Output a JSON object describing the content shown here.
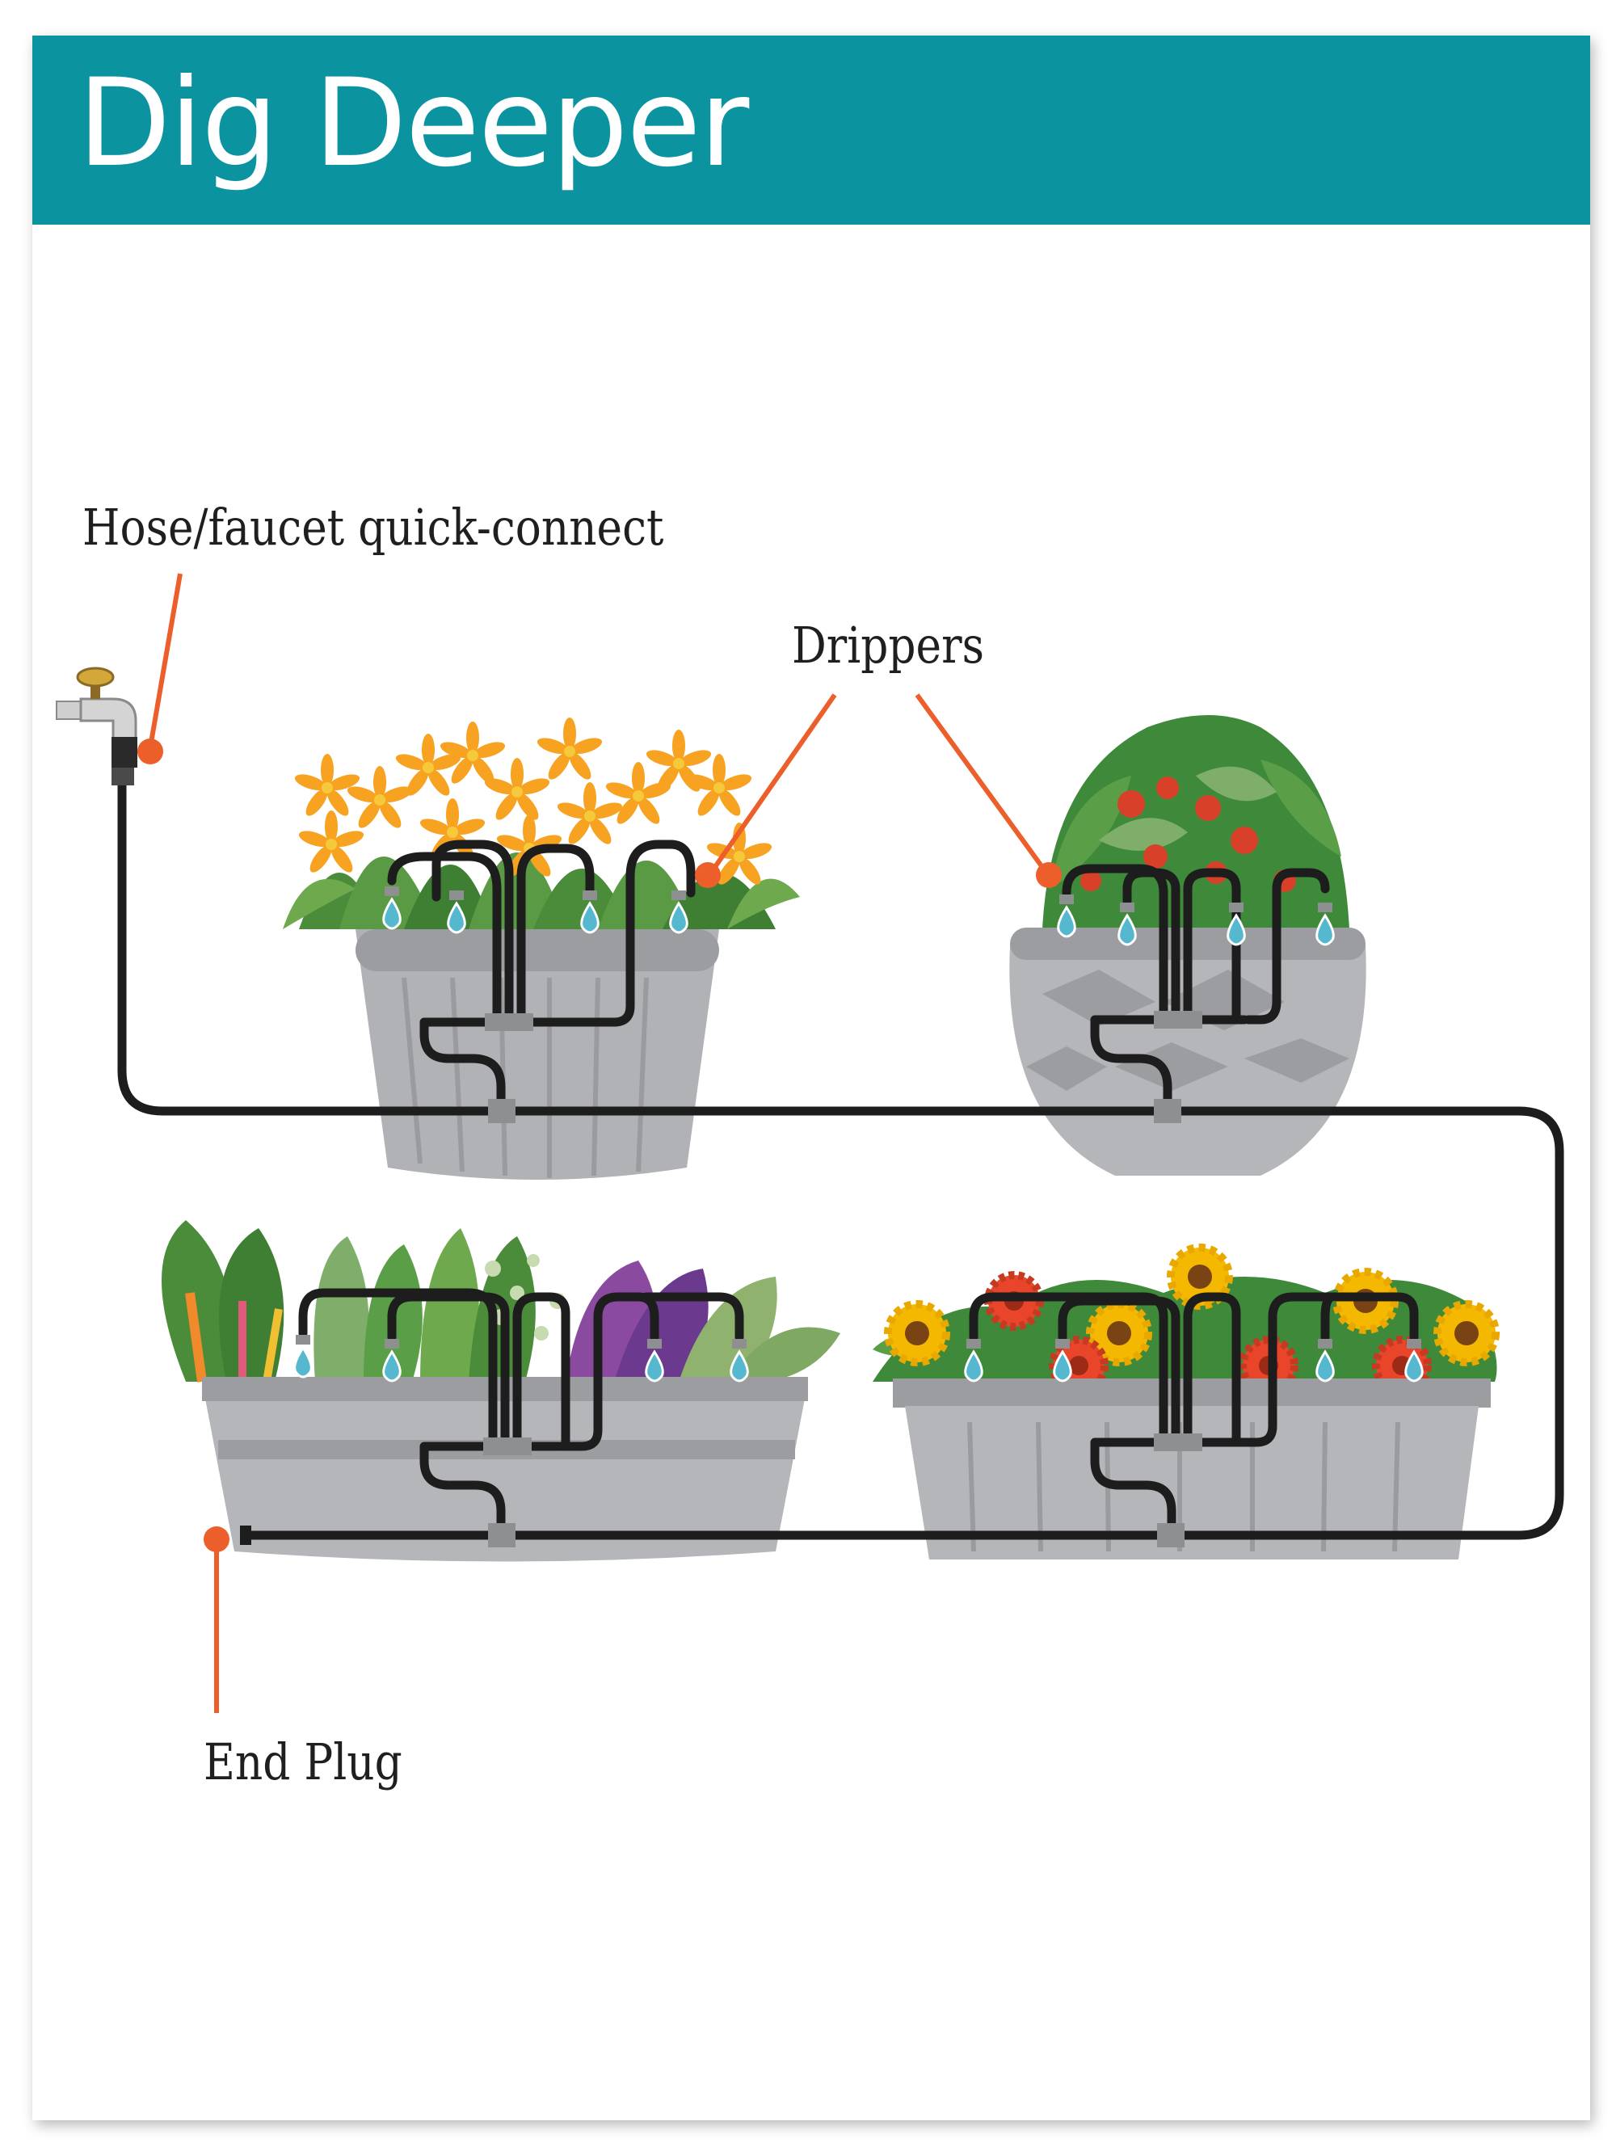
{
  "header": {
    "title": "Dig Deeper"
  },
  "callouts": {
    "faucet": "Hose/faucet quick-connect",
    "drippers": "Drippers",
    "end_plug": "End Plug"
  },
  "colors": {
    "header_bg": "#0b93a0",
    "leader": "#ec5f2b",
    "tubing": "#1d1d1d",
    "pot": "#a9aaad",
    "water": "#55b8cf"
  }
}
